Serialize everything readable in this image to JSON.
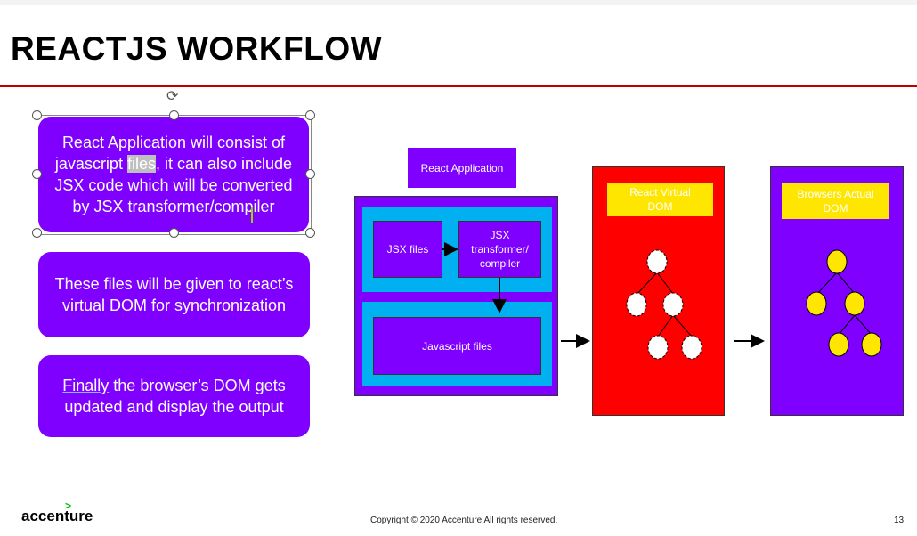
{
  "slide": {
    "title": "REACTJS WORKFLOW",
    "page_number": "13",
    "copyright": "Copyright © 2020 Accenture  All rights reserved.",
    "logo": "accenture",
    "logo_mark": ">"
  },
  "callouts": {
    "first": {
      "before": "React Application will consist of javascript ",
      "highlight": "files",
      "after": ", it can also include JSX code which will be converted by JSX transformer/compiler"
    },
    "second": {
      "text": "These files will be given to react’s virtual DOM for synchronization"
    },
    "third": {
      "underlined": "Finally",
      "rest": " the browser’s DOM gets updated and display the output"
    }
  },
  "diagram": {
    "react_app_label": "React Application",
    "jsx_files_label": "JSX files",
    "jsx_transformer_label": "JSX transformer/ compiler",
    "javascript_files_label": "Javascript files",
    "virtual_dom_label": "React Virtual DOM",
    "actual_dom_label": "Browsers Actual DOM"
  },
  "colors": {
    "purple": "#7f00ff",
    "cyan": "#00b0f0",
    "red": "#ff0000",
    "yellow": "#ffe600",
    "title_rule": "#c00000",
    "accent_green": "#00c000"
  }
}
